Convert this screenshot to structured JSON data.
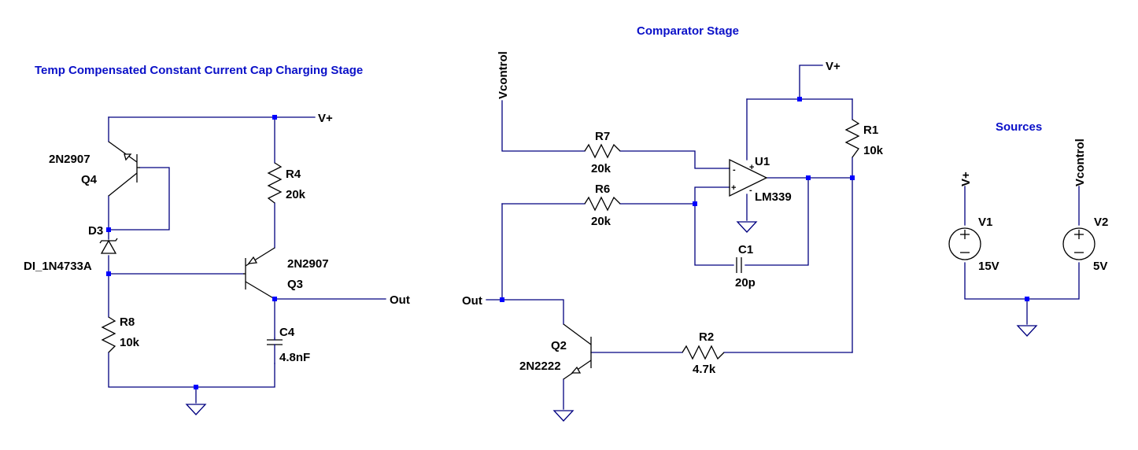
{
  "titles": {
    "charging_stage": "Temp Compensated Constant Current Cap Charging Stage",
    "comparator_stage": "Comparator Stage",
    "sources": "Sources"
  },
  "colors": {
    "wire": "#000080",
    "junction": "#0000ff",
    "title": "#0a10c8",
    "component": "#000000"
  },
  "components": {
    "q4": {
      "model": "2N2907",
      "ref": "Q4"
    },
    "q3": {
      "model": "2N2907",
      "ref": "Q3"
    },
    "q2": {
      "model": "2N2222",
      "ref": "Q2"
    },
    "d3": {
      "ref": "D3",
      "model": "DI_1N4733A"
    },
    "r4": {
      "ref": "R4",
      "value": "20k"
    },
    "r8": {
      "ref": "R8",
      "value": "10k"
    },
    "c4": {
      "ref": "C4",
      "value": "4.8nF"
    },
    "r7": {
      "ref": "R7",
      "value": "20k"
    },
    "r6": {
      "ref": "R6",
      "value": "20k"
    },
    "r1": {
      "ref": "R1",
      "value": "10k"
    },
    "r2": {
      "ref": "R2",
      "value": "4.7k"
    },
    "c1": {
      "ref": "C1",
      "value": "20p"
    },
    "u1": {
      "ref": "U1",
      "model": "LM339"
    },
    "v1": {
      "ref": "V1",
      "value": "15V"
    },
    "v2": {
      "ref": "V2",
      "value": "5V"
    }
  },
  "nets": {
    "vplus": "V+",
    "out": "Out",
    "vcontrol": "Vcontrol"
  },
  "pin_marks": {
    "minus": "-",
    "plus": "+"
  }
}
